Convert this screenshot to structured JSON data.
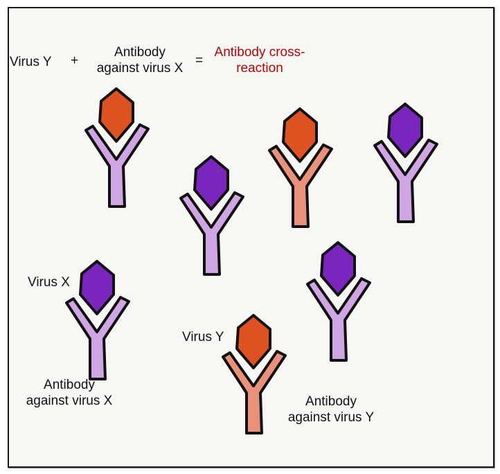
{
  "equation": {
    "term1": "Virus Y",
    "plus": "+",
    "term2_line1": "Antibody",
    "term2_line2": "against virus X",
    "equals": "=",
    "result_line1": "Antibody cross-",
    "result_line2": "reaction"
  },
  "labels": {
    "virus_x": "Virus X",
    "antibody_x_line1": "Antibody",
    "antibody_x_line2": "against virus X",
    "virus_y": "Virus Y",
    "antibody_y_line1": "Antibody",
    "antibody_y_line2": "against virus Y"
  },
  "colors": {
    "virus_x": "#7b25bf",
    "virus_y": "#dd5220",
    "antibody_x": "#cfa5e3",
    "antibody_y": "#e9917a",
    "outline": "#111111",
    "highlight_text": "#c00000",
    "background": "#f7f7f4"
  },
  "complexes": [
    {
      "id": "cross-reaction-top-left",
      "virus": "virus_y",
      "antibody": "antibody_x"
    },
    {
      "id": "center-left",
      "virus": "virus_x",
      "antibody": "antibody_x"
    },
    {
      "id": "top-center-right",
      "virus": "virus_y",
      "antibody": "antibody_y"
    },
    {
      "id": "top-right",
      "virus": "virus_x",
      "antibody": "antibody_x"
    },
    {
      "id": "bottom-left-labeled",
      "virus": "virus_x",
      "antibody": "antibody_x"
    },
    {
      "id": "center-right",
      "virus": "virus_x",
      "antibody": "antibody_x"
    },
    {
      "id": "bottom-center-labeled",
      "virus": "virus_y",
      "antibody": "antibody_y"
    }
  ]
}
